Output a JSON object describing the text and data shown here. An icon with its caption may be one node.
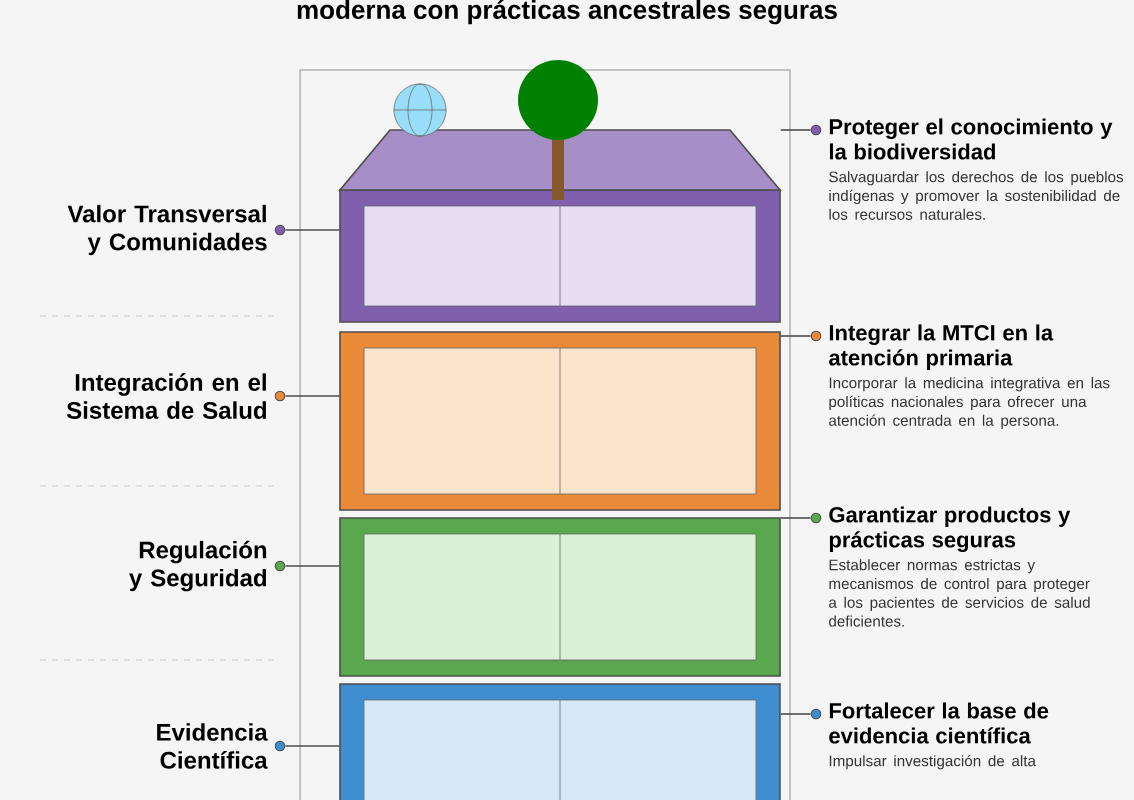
{
  "diagram": {
    "title": "moderna con prácticas ancestrales seguras",
    "nodes": [
      {
        "text": [],
        "shape": "box"
      },
      {
        "text": [],
        "shape": "box"
      },
      {
        "text": [],
        "shape": "box"
      },
      {
        "text": [],
        "shape": "box"
      },
      {
        "text": [
          "Valor Transversal y Comunidades"
        ]
      },
      {
        "text": [
          "Integración en el Sistema de Salud"
        ]
      },
      {
        "text": [
          "Regulación y Seguridad"
        ]
      },
      {
        "text": [
          "Evidencia Científica"
        ]
      },
      {
        "text": [
          "Proteger el conocimiento y la biodiversidad",
          "Salvaguardar los derechos de los pueblos indígenas y promover la sostenibilidad de los recursos naturales."
        ]
      },
      {
        "text": [
          "Integrar la MTCI en la atención primaria",
          "Incorporar la medicina integrativa en las políticas nacionales para ofrecer una atención centrada en la persona."
        ]
      },
      {
        "text": [
          "Garantizar productos y prácticas seguras",
          "Establecer normas estrictas y mecanismos de control para proteger a los pacientes de servicios de salud deficientes."
        ]
      },
      {
        "text": [
          "Fortalecer la base de evidencia científica",
          "Impulsar investigación de alta"
        ]
      }
    ],
    "edges": [
      {
        "from": 4,
        "to": 0,
        "arrow": "none"
      },
      {
        "from": 5,
        "to": 1,
        "arrow": "none"
      },
      {
        "from": 6,
        "to": 2,
        "arrow": "none"
      },
      {
        "from": 7,
        "to": 3,
        "arrow": "none"
      },
      {
        "from": 8,
        "to": 0,
        "arrow": "none"
      },
      {
        "from": 9,
        "to": 1,
        "arrow": "none"
      },
      {
        "from": 10,
        "to": 2,
        "arrow": "none"
      },
      {
        "from": 11,
        "to": 3,
        "arrow": "none"
      }
    ]
  }
}
